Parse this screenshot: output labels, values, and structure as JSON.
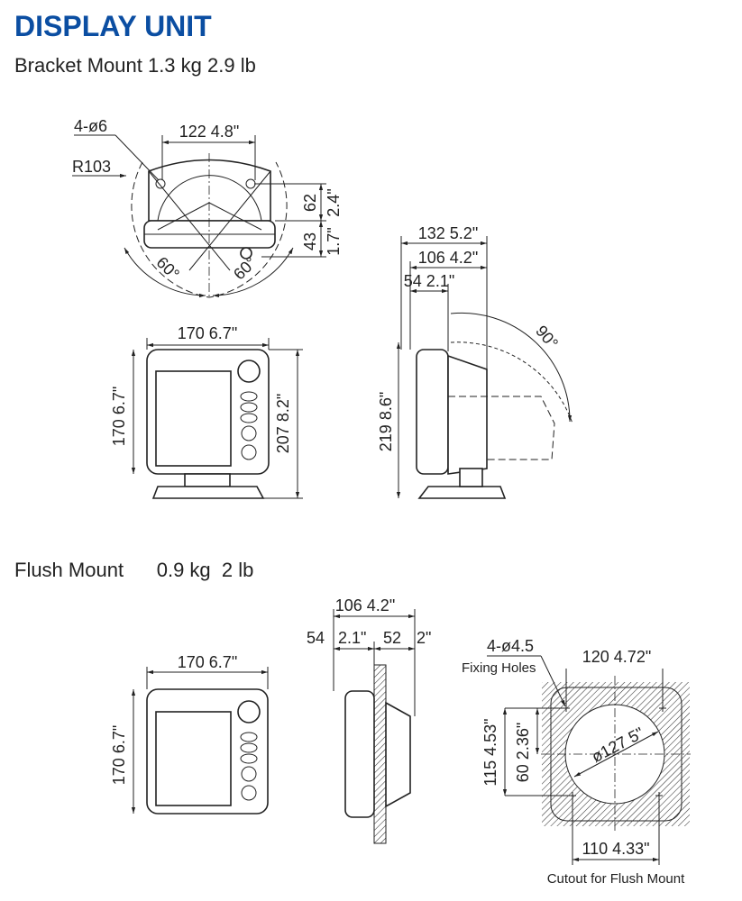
{
  "header": {
    "title": "DISPLAY UNIT",
    "title_color": "#0b4ea2"
  },
  "bracket_mount": {
    "label": "Bracket Mount  1.3 kg  2.9 lb",
    "top_view": {
      "holes": "4-ø6",
      "radius": "R103",
      "width": "122  4.8\"",
      "height_upper": "62",
      "height_upper_in": "2.4\"",
      "height_lower": "43",
      "height_lower_in": "1.7\"",
      "angle_left": "60°",
      "angle_right": "60°"
    },
    "front_view": {
      "width": "170  6.7\"",
      "height": "170  6.7\"",
      "total_height": "207  8.2\""
    },
    "side_view": {
      "depth_total": "132  5.2\"",
      "depth_unit": "106  4.2\"",
      "depth_half": "54  2.1\"",
      "tilt": "90°",
      "height": "219  8.6\""
    }
  },
  "flush_mount": {
    "label": "Flush Mount      0.9 kg  2 lb",
    "front_view": {
      "width": "170  6.7\"",
      "height": "170  6.7\""
    },
    "side_view": {
      "depth_total": "106  4.2\"",
      "front_mm": "54",
      "front_in": "2.1\"",
      "rear_mm": "52",
      "rear_in": "2\""
    },
    "cutout": {
      "holes": "4-ø4.5",
      "holes_label": "Fixing Holes",
      "hole_spacing_top": "120  4.72\"",
      "height": "115  4.53\"",
      "half_height": "60  2.36\"",
      "diameter": "ø127  5\"",
      "hole_spacing_bottom": "110  4.33\"",
      "caption": "Cutout for Flush Mount"
    }
  }
}
